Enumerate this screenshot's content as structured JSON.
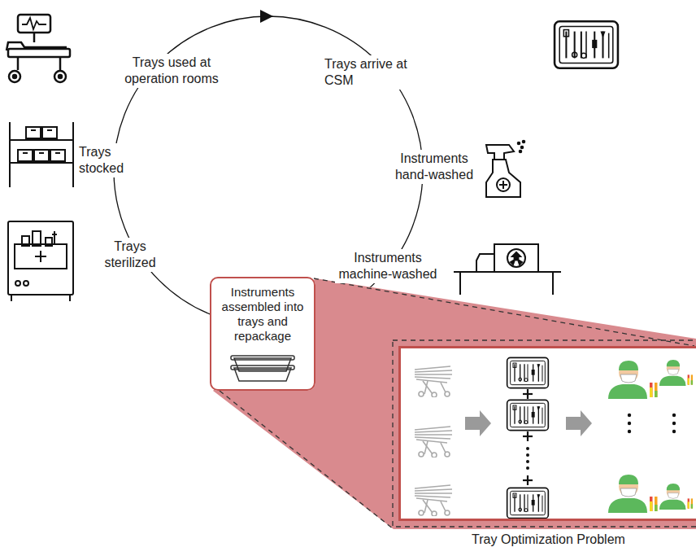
{
  "diagram": {
    "nodes": [
      {
        "text": [
          "Instruments assembled into trays and repackage"
        ]
      },
      {
        "text": [
          "Tray Optimization Problem"
        ]
      }
    ],
    "edges": [
      {
        "from": 0,
        "to": 1,
        "arrow": "none"
      }
    ],
    "labels": [
      "Trays used at operation rooms",
      "Trays arrive at CSM",
      "Trays stocked",
      "Instruments hand-washed",
      "Trays sterilized",
      "Instruments machine-washed"
    ]
  }
}
